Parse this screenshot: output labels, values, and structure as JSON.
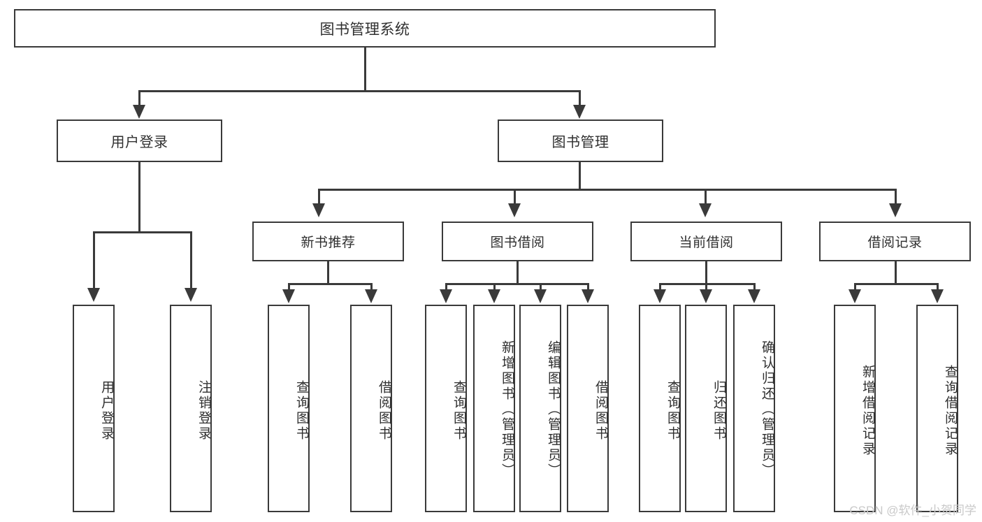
{
  "diagram": {
    "title": "图书管理系统",
    "type": "functional-decomposition-tree",
    "watermark": "CSDN @软件_小贺同学",
    "colors": {
      "background": "#ffffff",
      "box_border": "#3a3a3a",
      "box_fill": "#ffffff",
      "text": "#2f2f2f",
      "connector": "#3a3a3a",
      "watermark": "#c9c9c9"
    }
  },
  "nodes": {
    "root": {
      "label": "图书管理系统"
    },
    "level1": [
      {
        "id": "user-login",
        "label": "用户登录"
      },
      {
        "id": "book-manage",
        "label": "图书管理"
      }
    ],
    "level2": [
      {
        "id": "new-book-recommend",
        "label": "新书推荐"
      },
      {
        "id": "book-borrow",
        "label": "图书借阅"
      },
      {
        "id": "current-borrow",
        "label": "当前借阅"
      },
      {
        "id": "borrow-record",
        "label": "借阅记录"
      }
    ],
    "leaves": {
      "user_login": [
        {
          "id": "leaf-user-login",
          "label": "用户登录"
        },
        {
          "id": "leaf-user-logout",
          "label": "注销登录"
        }
      ],
      "new_book_recommend": [
        {
          "id": "leaf-query-book-1",
          "label": "查询图书"
        },
        {
          "id": "leaf-borrow-book-1",
          "label": "借阅图书"
        }
      ],
      "book_borrow": [
        {
          "id": "leaf-query-book-2",
          "label": "查询图书"
        },
        {
          "id": "leaf-add-book",
          "label": "新增图书（管理员）"
        },
        {
          "id": "leaf-edit-book",
          "label": "编辑图书（管理员）"
        },
        {
          "id": "leaf-borrow-book-2",
          "label": "借阅图书"
        }
      ],
      "current_borrow": [
        {
          "id": "leaf-query-book-3",
          "label": "查询图书"
        },
        {
          "id": "leaf-return-book",
          "label": "归还图书"
        },
        {
          "id": "leaf-confirm-return",
          "label": "确认归还（管理员）"
        }
      ],
      "borrow_record": [
        {
          "id": "leaf-add-record",
          "label": "新增借阅记录"
        },
        {
          "id": "leaf-query-record",
          "label": "查询借阅记录"
        }
      ]
    }
  }
}
